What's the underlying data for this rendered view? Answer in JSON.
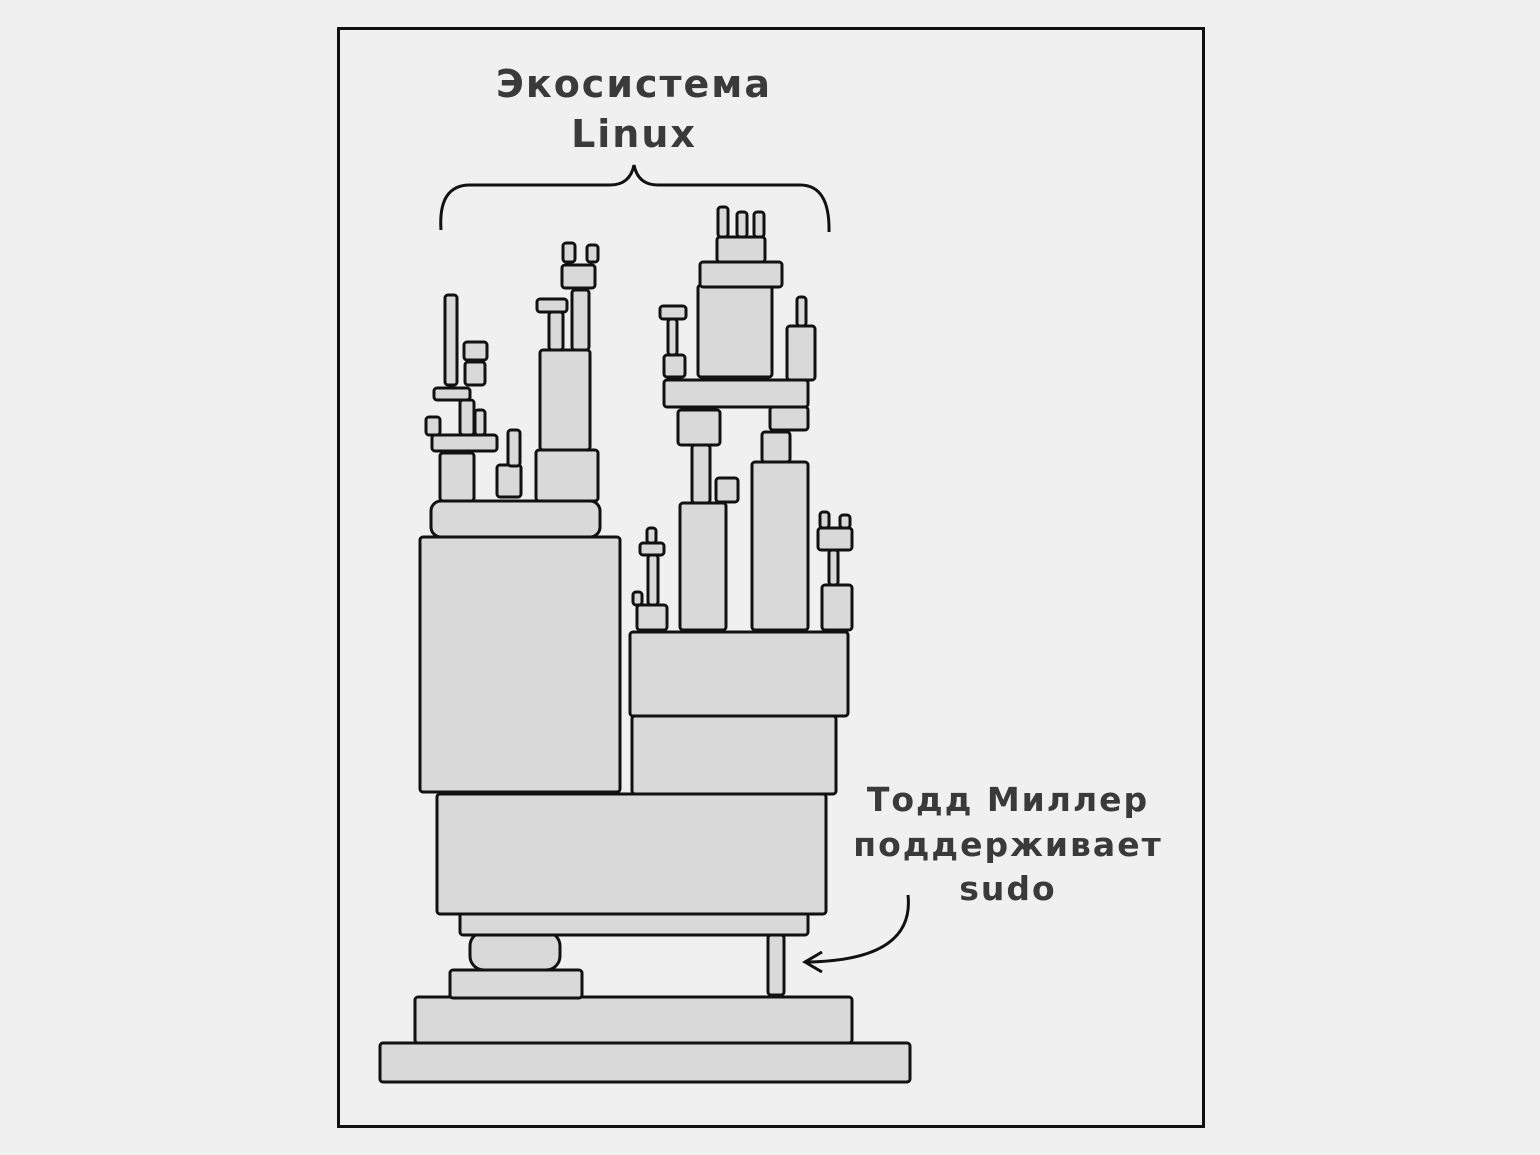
{
  "comic": {
    "title_line1": "Экосистема",
    "title_line2": "Linux",
    "annotation_line1": "Тодд Миллер",
    "annotation_line2": "поддерживает",
    "annotation_line3": "sudo"
  },
  "colors": {
    "background": "#f0f0f0",
    "block_fill": "#d9d9d9",
    "stroke": "#111111",
    "text": "#3a3a3a"
  }
}
